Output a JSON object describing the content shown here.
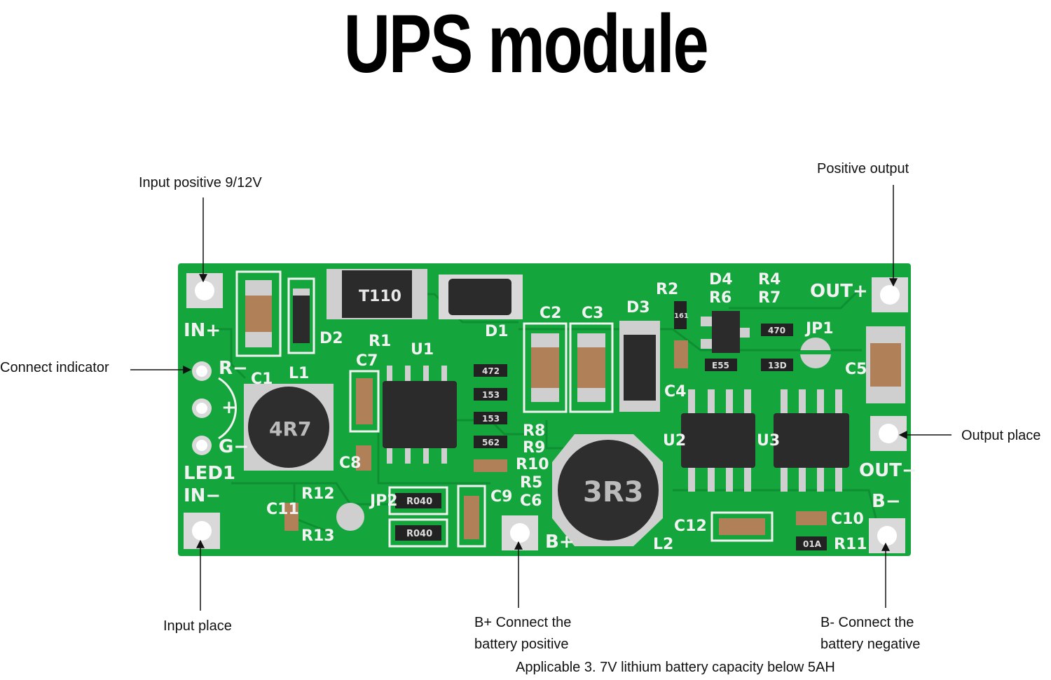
{
  "title": "UPS module",
  "callouts": {
    "input_positive": "Input positive 9/12V",
    "positive_output": "Positive output",
    "connect_indicator": "Connect indicator",
    "output_place": "Output place",
    "input_place": "Input place",
    "b_plus_line1": "B+ Connect the",
    "b_plus_line2": "battery positive",
    "b_minus_line1": "B- Connect the",
    "b_minus_line2": "battery negative"
  },
  "footnote": "Applicable 3. 7V lithium battery capacity below 5AH",
  "board": {
    "colors": {
      "pcb": "#14a63c",
      "pcb_dark": "#0d8a30",
      "silkscreen": "#f2f2f2",
      "pad": "#d9d9d9",
      "chip": "#2b2b2b"
    },
    "labels": {
      "in_plus": "IN+",
      "in_minus": "IN−",
      "r_minus": "R−",
      "plus": "+",
      "g_minus": "G−",
      "led1": "LED1",
      "out_plus": "OUT+",
      "out_minus": "OUT−",
      "b_minus": "B−",
      "b_plus": "B+",
      "c1": "C1",
      "l1": "L1",
      "d2": "D2",
      "r1": "R1",
      "u1": "U1",
      "c7": "C7",
      "c8": "C8",
      "d1": "D1",
      "c2": "C2",
      "c3": "C3",
      "d3": "D3",
      "r2": "R2",
      "d4": "D4",
      "r6": "R6",
      "r4": "R4",
      "r7": "R7",
      "jp1": "JP1",
      "c5": "C5",
      "c4": "C4",
      "u2": "U2",
      "u3": "U3",
      "r8": "R8",
      "r9": "R9",
      "r10": "R10",
      "r5": "R5",
      "c6": "C6",
      "c9": "C9",
      "r12": "R12",
      "r13": "R13",
      "jp2": "JP2",
      "c11": "C11",
      "c12": "C12",
      "l2": "L2",
      "c10": "C10",
      "r11": "R11"
    },
    "markings": {
      "diode_d1_top": "T110",
      "inductor_l1": "4R7",
      "inductor_l2": "3R3",
      "res_472": "472",
      "res_153a": "153",
      "res_153b": "153",
      "res_562": "562",
      "shunt_a": "R040",
      "shunt_b": "R040",
      "res_470": "470",
      "res_e55": "E55",
      "res_13d": "13D",
      "res_01a": "01A",
      "res_r2": "161"
    }
  }
}
